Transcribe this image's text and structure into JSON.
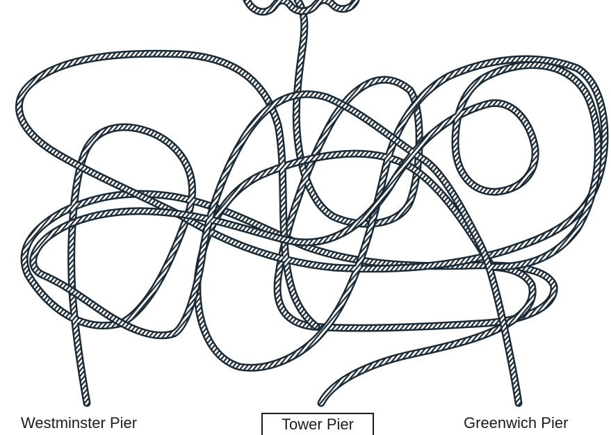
{
  "piers": [
    {
      "label": "Westminster Pier"
    },
    {
      "label": "Tower Pier"
    },
    {
      "label": "Greenwich Pier"
    }
  ],
  "rope": {
    "outer_color": "#1a2a36",
    "inner_color": "#ffffff"
  }
}
